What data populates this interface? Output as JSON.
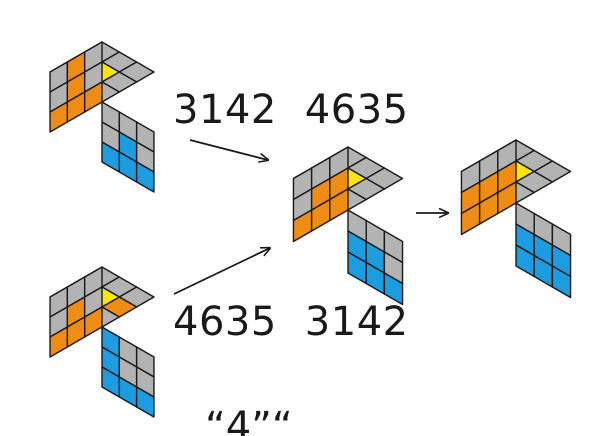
{
  "sequences": {
    "top": {
      "first": "3142",
      "second": "4635"
    },
    "bottom": {
      "first": "4635",
      "second": "3142"
    }
  },
  "footer_text": "“4”“",
  "colors": {
    "gray": "#b3b3b3",
    "yellow": "#ffe600",
    "orange": "#ef8c14",
    "blue": "#1e9ce0",
    "outline": "#1a1a1a",
    "arrow": "#1a1a1a"
  },
  "cubes": [
    {
      "name": "cube-top-left",
      "top": [
        [
          "G",
          "G",
          "G"
        ],
        [
          "G",
          "Y",
          "G"
        ],
        [
          "G",
          "B",
          "G"
        ]
      ],
      "left": [
        [
          "G",
          "O",
          "G"
        ],
        [
          "G",
          "O",
          "G"
        ],
        [
          "O",
          "O",
          "O"
        ]
      ],
      "right": [
        [
          "G",
          "G",
          "G"
        ],
        [
          "G",
          "B",
          "G"
        ],
        [
          "B",
          "B",
          "B"
        ]
      ]
    },
    {
      "name": "cube-bottom-left",
      "top": [
        [
          "G",
          "G",
          "G"
        ],
        [
          "G",
          "Y",
          "O"
        ],
        [
          "G",
          "G",
          "G"
        ]
      ],
      "left": [
        [
          "G",
          "G",
          "G"
        ],
        [
          "G",
          "O",
          "G"
        ],
        [
          "O",
          "O",
          "O"
        ]
      ],
      "right": [
        [
          "B",
          "G",
          "G"
        ],
        [
          "B",
          "G",
          "G"
        ],
        [
          "B",
          "B",
          "B"
        ]
      ]
    },
    {
      "name": "cube-middle",
      "top": [
        [
          "G",
          "G",
          "G"
        ],
        [
          "G",
          "Y",
          "G"
        ],
        [
          "G",
          "G",
          "G"
        ]
      ],
      "left": [
        [
          "G",
          "G",
          "G"
        ],
        [
          "G",
          "O",
          "O"
        ],
        [
          "O",
          "O",
          "O"
        ]
      ],
      "right": [
        [
          "G",
          "G",
          "G"
        ],
        [
          "B",
          "B",
          "G"
        ],
        [
          "B",
          "B",
          "B"
        ]
      ]
    },
    {
      "name": "cube-right",
      "top": [
        [
          "G",
          "G",
          "G"
        ],
        [
          "G",
          "Y",
          "G"
        ],
        [
          "G",
          "G",
          "G"
        ]
      ],
      "left": [
        [
          "G",
          "G",
          "G"
        ],
        [
          "O",
          "O",
          "O"
        ],
        [
          "O",
          "O",
          "O"
        ]
      ],
      "right": [
        [
          "G",
          "G",
          "G"
        ],
        [
          "B",
          "B",
          "B"
        ],
        [
          "B",
          "B",
          "B"
        ]
      ]
    }
  ]
}
